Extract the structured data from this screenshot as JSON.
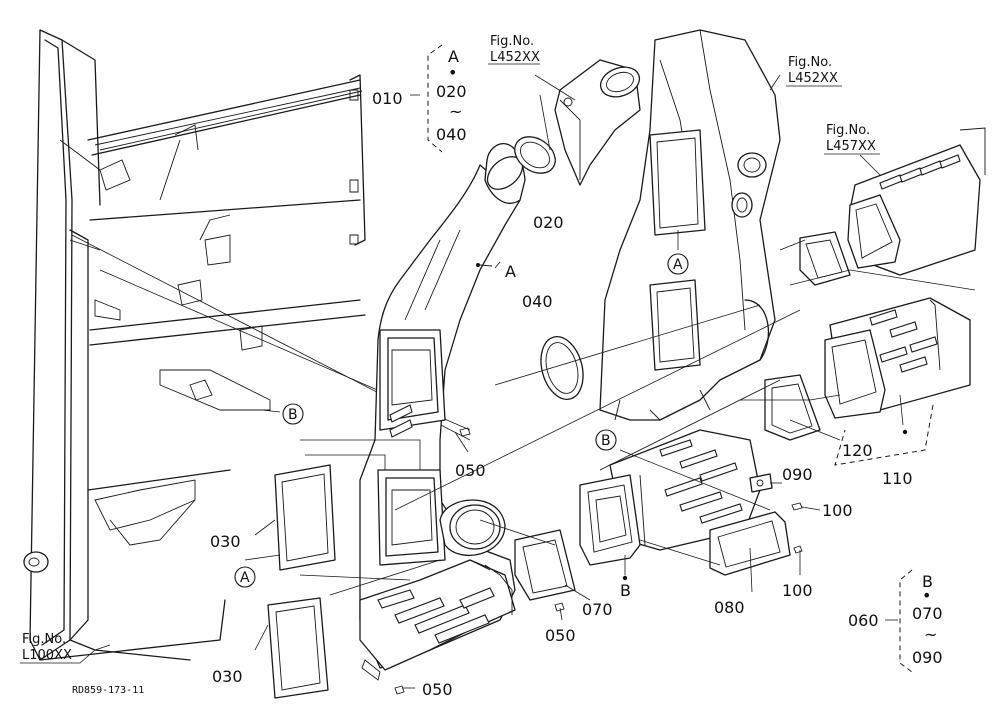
{
  "diagram": {
    "code": "RD859-173-11",
    "part_labels": {
      "p010": "010",
      "p020": "020",
      "p030a": "030",
      "p030b": "030",
      "p040": "040",
      "p050a": "050",
      "p050b": "050",
      "p050c": "050",
      "p060": "060",
      "p070": "070",
      "p080": "080",
      "p090": "090",
      "p100a": "100",
      "p100b": "100",
      "p110": "110",
      "p120": "120"
    },
    "group_010": {
      "letter": "A",
      "dot": "•",
      "from": "020",
      "tilde": "~",
      "to": "040"
    },
    "group_060": {
      "letter": "B",
      "dot": "•",
      "from": "070",
      "tilde": "~",
      "to": "090"
    },
    "fig_refs": {
      "fig1": {
        "label": "Fig.No.",
        "code": "L452XX"
      },
      "fig2": {
        "label": "Fig.No.",
        "code": "L452XX"
      },
      "fig3": {
        "label": "Fig.No.",
        "code": "L457XX"
      },
      "fig4": {
        "label": "Fig.No.",
        "code": "L100XX"
      }
    },
    "markers": {
      "a_duct": "A",
      "a_panel": "A",
      "a_gasket": "A",
      "b_frame": "B",
      "b_duct": "B",
      "b_lower": "B"
    }
  }
}
